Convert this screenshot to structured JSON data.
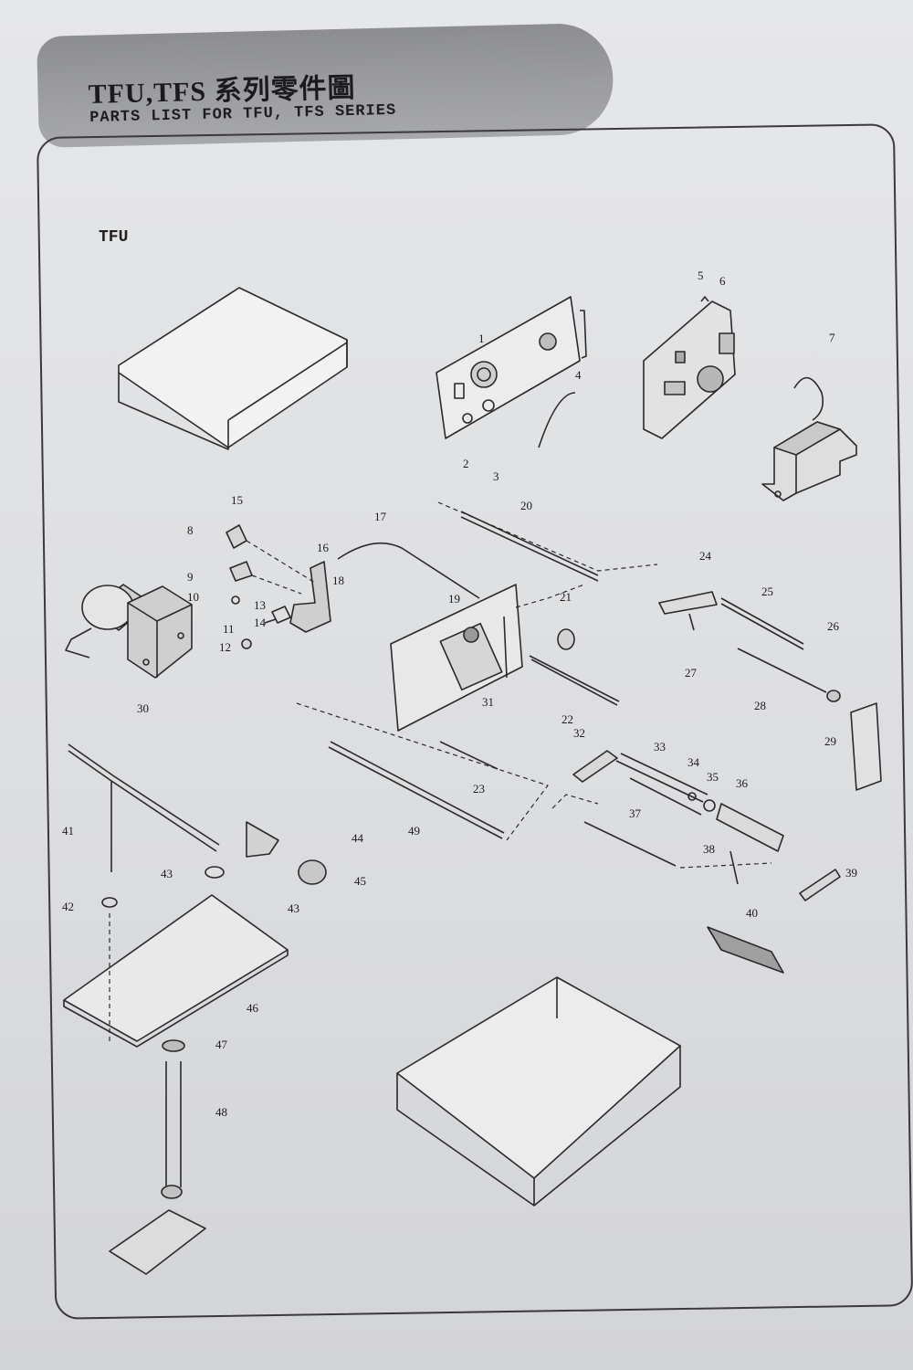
{
  "header": {
    "title": "TFU,TFS 系列零件圖",
    "subtitle": "PARTS LIST FOR TFU, TFS SERIES"
  },
  "section": {
    "label": "TFU"
  },
  "callouts": [
    "1",
    "2",
    "3",
    "4",
    "5",
    "6",
    "7",
    "8",
    "9",
    "10",
    "11",
    "12",
    "13",
    "14",
    "15",
    "16",
    "17",
    "18",
    "19",
    "20",
    "21",
    "22",
    "23",
    "24",
    "25",
    "26",
    "27",
    "28",
    "29",
    "30",
    "31",
    "32",
    "33",
    "34",
    "35",
    "36",
    "37",
    "38",
    "39",
    "40",
    "41",
    "42",
    "43",
    "43",
    "44",
    "45",
    "46",
    "47",
    "48",
    "49"
  ]
}
